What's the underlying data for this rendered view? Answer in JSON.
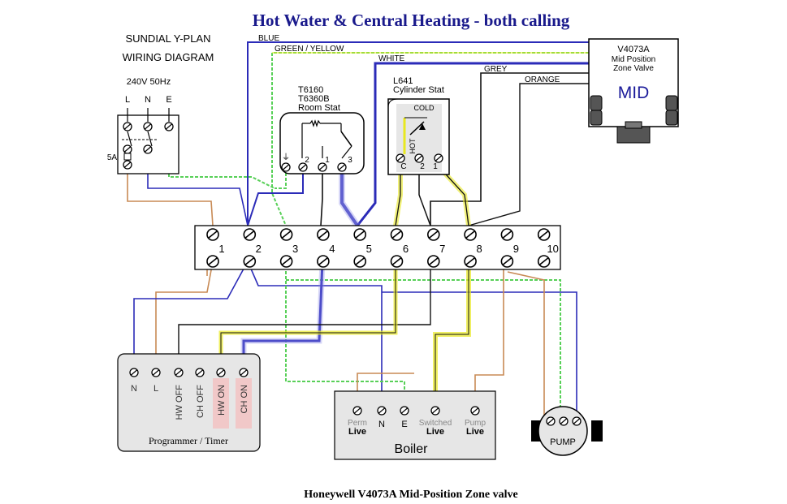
{
  "title": "Hot Water & Central Heating - both calling",
  "caption": "Honeywell V4073A Mid-Position Zone valve",
  "subtitle_line1": "SUNDIAL Y-PLAN",
  "subtitle_line2": "WIRING DIAGRAM",
  "supply": {
    "label": "240V 50Hz",
    "terminals": [
      "L",
      "N",
      "E"
    ],
    "fuse": "5A"
  },
  "room_stat": {
    "model1": "T6160",
    "model2": "T6360B",
    "name": "Room Stat",
    "terminals": [
      "⏚",
      "2",
      "1",
      "3"
    ]
  },
  "cylinder_stat": {
    "model": "L641",
    "name": "Cylinder Stat",
    "cold": "COLD",
    "hot": "HOT",
    "terminals": [
      "C",
      "2",
      "1"
    ]
  },
  "zone_valve": {
    "model": "V4073A",
    "line1": "Mid Position",
    "line2": "Zone Valve",
    "state": "MID"
  },
  "wire_labels": {
    "blue": "BLUE",
    "green_yellow": "GREEN / YELLOW",
    "white": "WHITE",
    "grey": "GREY",
    "orange": "ORANGE"
  },
  "junction_box": {
    "terminals": [
      "1",
      "2",
      "3",
      "4",
      "5",
      "6",
      "7",
      "8",
      "9",
      "10"
    ]
  },
  "programmer": {
    "name": "Programmer / Timer",
    "terminals": [
      "N",
      "L",
      "HW OFF",
      "CH OFF",
      "HW ON",
      "CH ON"
    ],
    "active_terminals": [
      "HW ON",
      "CH ON"
    ]
  },
  "boiler": {
    "name": "Boiler",
    "terminals": [
      {
        "top": "Perm",
        "bottom": "Live"
      },
      {
        "top": "",
        "bottom": "N"
      },
      {
        "top": "",
        "bottom": "E"
      },
      {
        "top": "Switched",
        "bottom": "Live"
      },
      {
        "top": "Pump",
        "bottom": "Live"
      }
    ]
  },
  "pump": {
    "name": "PUMP"
  },
  "colors": {
    "title": "#1a1a8c",
    "blue_wire": "#2b2bb8",
    "blue_highlight": "#8c8ce8",
    "brown_wire": "#c88a55",
    "green_wire": "#58d058",
    "yellow_wire": "#e8e820",
    "black_wire": "#111111",
    "grey_box": "#e6e6e6"
  }
}
